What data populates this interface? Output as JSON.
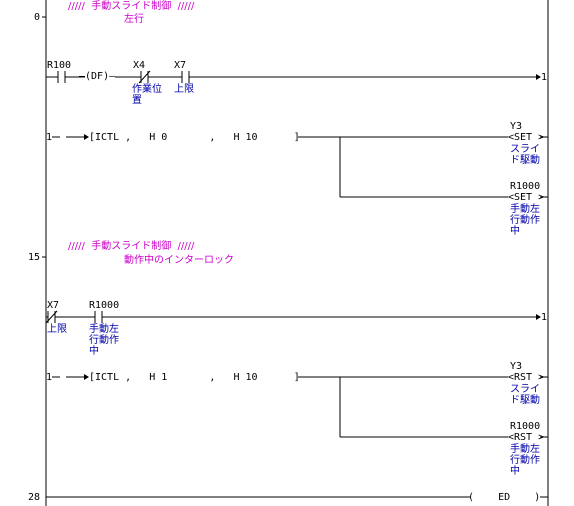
{
  "colors": {
    "comment": "#cc00cc",
    "device_label": "#0000aa",
    "line": "#000000",
    "background": "#ffffff"
  },
  "steps": {
    "s0": "0",
    "s15": "15",
    "s28": "28"
  },
  "block1": {
    "comment_line1": "/////  手動スライド制御  /////",
    "comment_line2": "左行",
    "contact_r100": "R100",
    "df": "—(DF)—",
    "contact_x4": "X4",
    "contact_x4_label": "作業位\n置",
    "contact_x7": "X7",
    "contact_x7_label": "上限",
    "out_link": "1",
    "in_link": "1",
    "ictl": "[ICTL ,   H 0       ,   H 10      ]",
    "coil_y3": "Y3",
    "coil_y3_inst": "<SET >",
    "coil_y3_label": "スライ\nド駆動",
    "coil_r1000": "R1000",
    "coil_r1000_inst": "<SET >",
    "coil_r1000_label": "手動左\n行動作\n中"
  },
  "block2": {
    "comment_line1": "/////  手動スライド制御  /////",
    "comment_line2": "動作中のインターロック",
    "contact_x7": "X7",
    "contact_x7_label": "上限",
    "contact_r1000": "R1000",
    "contact_r1000_label": "手動左\n行動作\n中",
    "out_link": "1",
    "in_link": "1",
    "ictl": "[ICTL ,   H 1       ,   H 10      ]",
    "coil_y3": "Y3",
    "coil_y3_inst": "<RST >",
    "coil_y3_label": "スライ\nド駆動",
    "coil_r1000": "R1000",
    "coil_r1000_inst": "<RST >",
    "coil_r1000_label": "手動左\n行動作\n中"
  },
  "end": {
    "label": "(    ED    )"
  }
}
